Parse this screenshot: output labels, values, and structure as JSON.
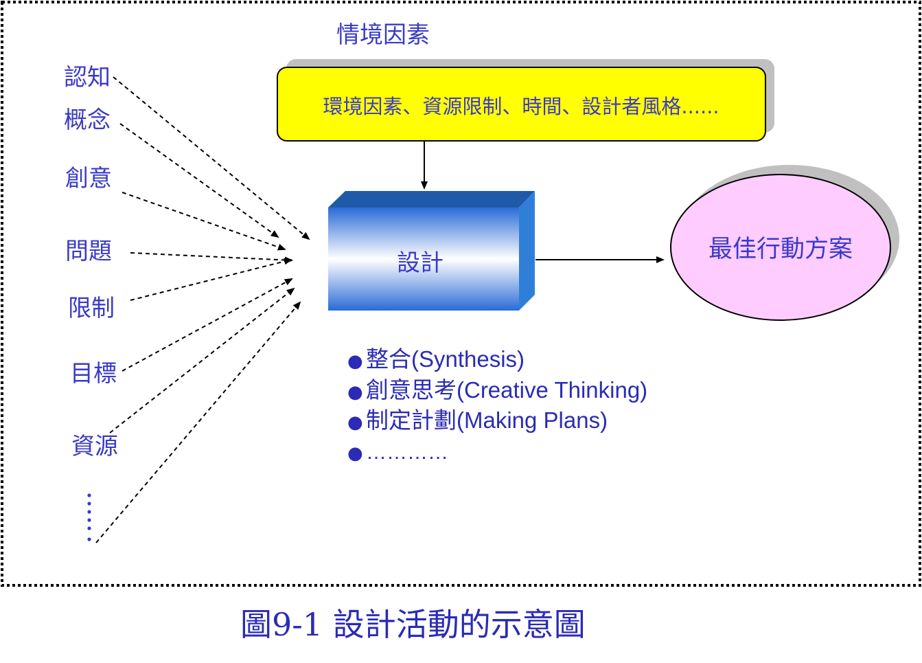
{
  "context": {
    "label": "情境因素",
    "factors_text": "環境因素、資源限制、時間、設計者風格......"
  },
  "inputs": [
    {
      "label": "認知"
    },
    {
      "label": "概念"
    },
    {
      "label": "創意"
    },
    {
      "label": "問題"
    },
    {
      "label": "限制"
    },
    {
      "label": "目標"
    },
    {
      "label": "資源"
    }
  ],
  "design_box": {
    "label": "設計"
  },
  "output": {
    "label": "最佳行動方案"
  },
  "activities": {
    "bullet": "●",
    "items": [
      "整合(Synthesis)",
      "創意思考(Creative Thinking)",
      "制定計劃(Making Plans)",
      "…………"
    ]
  },
  "caption": "圖9-1 設計活動的示意圖",
  "colors": {
    "text_blue": "#3a3ac8",
    "caption_blue": "#2b2bb5",
    "context_fill": "#ffff00",
    "shadow_gray": "#c0c0c0",
    "box_dark": "#1f5aa8",
    "box_side": "#2f7fd8",
    "box_light": "#ffffff",
    "ellipse_fill": "#ffccff"
  }
}
